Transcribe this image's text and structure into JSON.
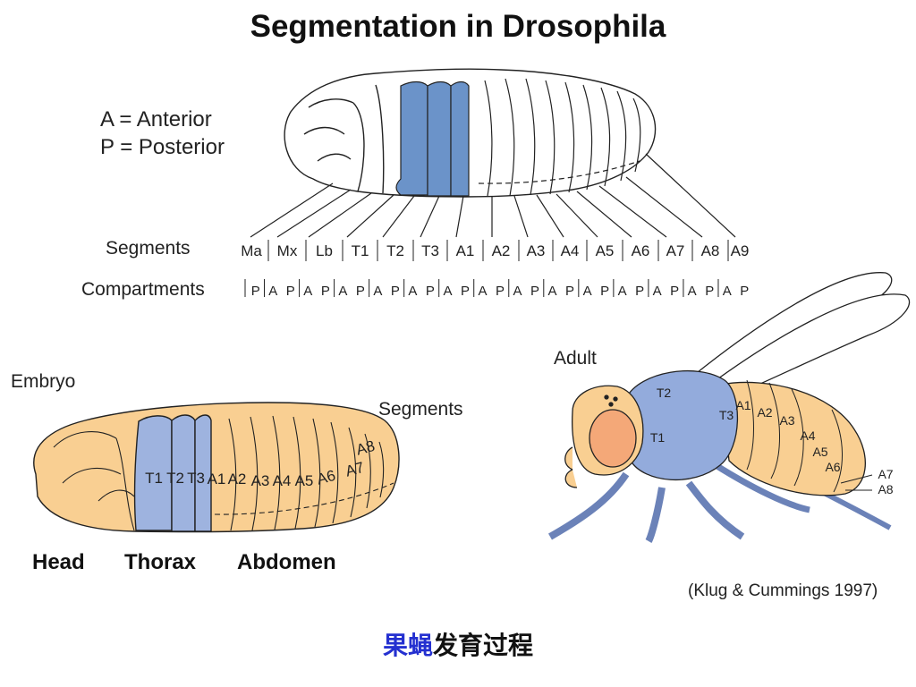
{
  "title": "Segmentation in Drosophila",
  "legend": {
    "anterior": "A = Anterior",
    "posterior": "P = Posterior"
  },
  "rows": {
    "segments_label": "Segments",
    "compartments_label": "Compartments"
  },
  "segments": [
    "Ma",
    "Mx",
    "Lb",
    "T1",
    "T2",
    "T3",
    "A1",
    "A2",
    "A3",
    "A4",
    "A5",
    "A6",
    "A7",
    "A8",
    "A9"
  ],
  "compartments": [
    "P",
    "A",
    "P",
    "A",
    "P",
    "A",
    "P",
    "A",
    "P",
    "A",
    "P",
    "A",
    "P",
    "A",
    "P",
    "A",
    "P",
    "A",
    "P",
    "A",
    "P",
    "A",
    "P",
    "A",
    "P",
    "A",
    "P",
    "A",
    "P"
  ],
  "embryo": {
    "label": "Embryo",
    "segments_label": "Segments",
    "segment_tags": [
      "T1",
      "T2",
      "T3",
      "A1",
      "A2",
      "A3",
      "A4",
      "A5",
      "A6",
      "A7",
      "A8"
    ],
    "regions": {
      "head": "Head",
      "thorax": "Thorax",
      "abdomen": "Abdomen"
    }
  },
  "adult": {
    "label": "Adult",
    "body_tags": [
      "T2",
      "T1",
      "T3",
      "A1",
      "A2",
      "A3",
      "A4",
      "A5",
      "A6"
    ],
    "pointer_tags": [
      "A7",
      "A8"
    ]
  },
  "credit": "(Klug & Cummings 1997)",
  "caption": {
    "highlight": "果蝇",
    "rest": "发育过程"
  },
  "colors": {
    "thorax_blue": "#6b93c9",
    "embryo_tan": "#f9cf92",
    "adult_blue": "#93abdc",
    "caption_blue": "#2430d0"
  }
}
